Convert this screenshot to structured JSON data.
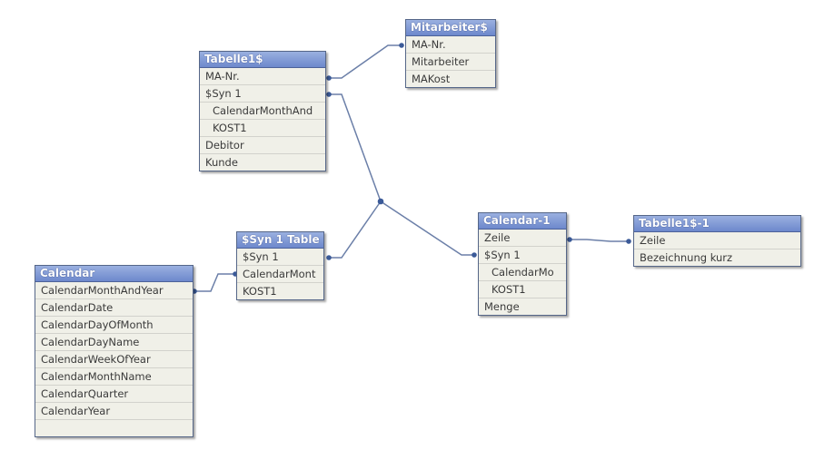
{
  "tables": {
    "mitarbeiter": {
      "title": "Mitarbeiter$",
      "fields": [
        "MA-Nr.",
        "Mitarbeiter",
        "MAKost"
      ]
    },
    "tabelle1": {
      "title": "Tabelle1$",
      "fields": [
        "MA-Nr.",
        "$Syn 1",
        "CalendarMonthAnd",
        "KOST1",
        "Debitor",
        "Kunde"
      ]
    },
    "syn1table": {
      "title": "$Syn 1 Table",
      "fields": [
        "$Syn 1",
        "CalendarMont",
        "KOST1"
      ]
    },
    "calendar": {
      "title": "Calendar",
      "fields": [
        "CalendarMonthAndYear",
        "CalendarDate",
        "CalendarDayOfMonth",
        "CalendarDayName",
        "CalendarWeekOfYear",
        "CalendarMonthName",
        "CalendarQuarter",
        "CalendarYear"
      ]
    },
    "calendar1": {
      "title": "Calendar-1",
      "fields": [
        "Zeile",
        "$Syn 1",
        "CalendarMo",
        "KOST1",
        "Menge"
      ]
    },
    "tabelle1s1": {
      "title": "Tabelle1$-1",
      "fields": [
        "Zeile",
        "Bezeichnung kurz"
      ]
    }
  },
  "colors": {
    "header_top": "#9ab0e0",
    "header_bottom": "#6d88cc",
    "table_body": "#f0f0e8",
    "link_line": "#6b7fa8",
    "link_dot": "#3b5a98"
  }
}
